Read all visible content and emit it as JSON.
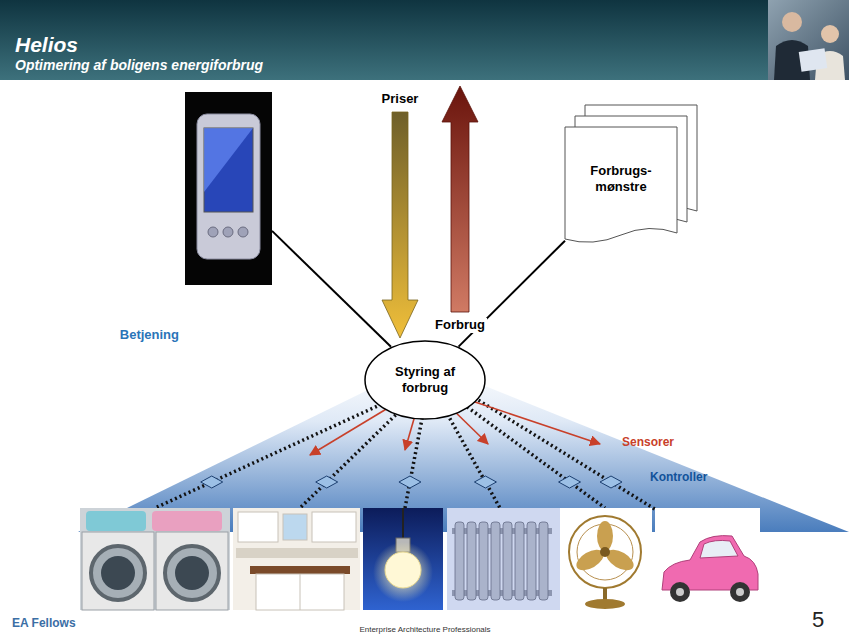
{
  "diagram": {
    "title": "Helios",
    "nodes": [
      {
        "text": [
          "Betjening"
        ]
      },
      {
        "text": [
          "Forbrugs- mønstre"
        ]
      },
      {
        "text": [
          "Styring af forbrug"
        ]
      }
    ],
    "edges": [
      {
        "from": 0,
        "to": 2,
        "arrow": "none"
      },
      {
        "from": 1,
        "to": 2,
        "arrow": "none"
      }
    ],
    "labels": [
      "Optimering af boligens energiforbrug",
      "Priser",
      "Forbrug",
      "Sensorer",
      "Kontroller",
      "EA Fellows",
      "Enterprise Architecture Professionals",
      "5"
    ]
  }
}
